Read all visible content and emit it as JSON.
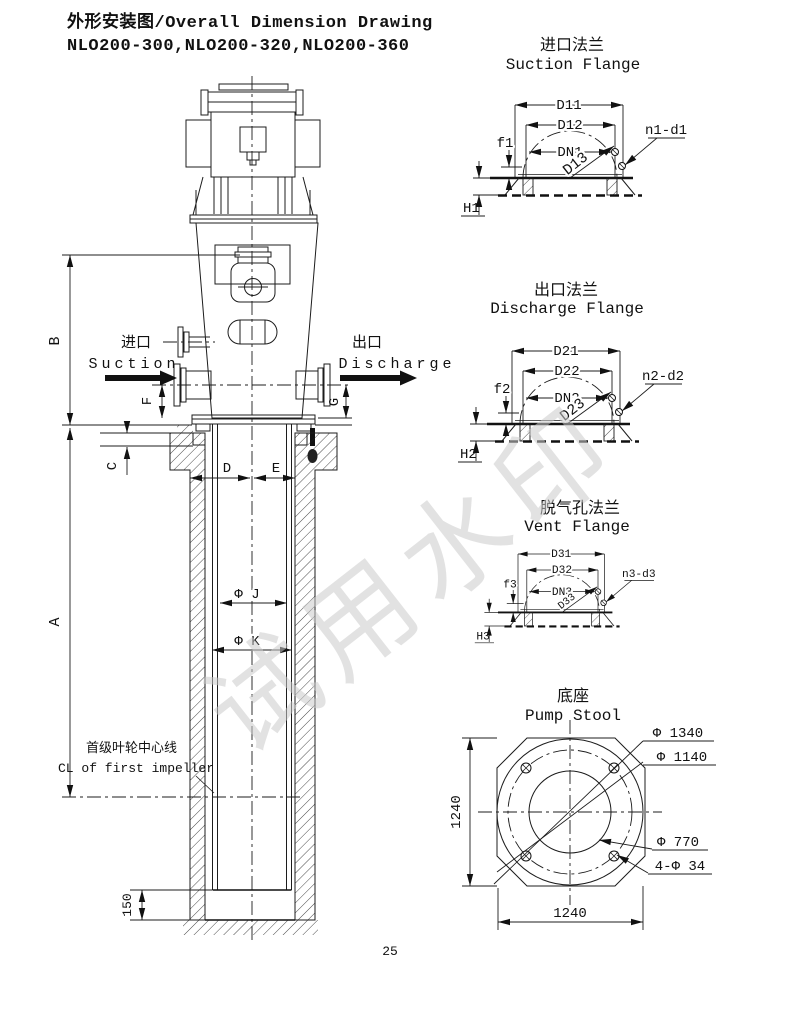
{
  "page": {
    "number": "25"
  },
  "title": {
    "line1": "外形安装图/Overall Dimension Drawing",
    "line2": "NLO200-300,NLO200-320,NLO200-360"
  },
  "watermark": {
    "text": "试用水印"
  },
  "main_drawing": {
    "inlet_zh": "进口",
    "inlet_en": "Suction",
    "outlet_zh": "出口",
    "outlet_en": "Discharge",
    "impeller_cl_zh": "首级叶轮中心线",
    "impeller_cl_en": "CL of first impeller",
    "dims": {
      "A": "A",
      "B": "B",
      "C": "C",
      "D": "D",
      "E": "E",
      "F": "F",
      "G": "G",
      "phi_j": "Φ J",
      "phi_k": "Φ K",
      "base_offset": "150"
    }
  },
  "flanges": [
    {
      "title_zh": "进口法兰",
      "title_en": "Suction Flange",
      "d_outer": "D11",
      "d_bolt_circle": "D12",
      "dn": "DN1",
      "d_diag": "D13",
      "f": "f1",
      "h": "H1",
      "holes": "n1-d1"
    },
    {
      "title_zh": "出口法兰",
      "title_en": "Discharge Flange",
      "d_outer": "D21",
      "d_bolt_circle": "D22",
      "dn": "DN2",
      "d_diag": "D23",
      "f": "f2",
      "h": "H2",
      "holes": "n2-d2"
    },
    {
      "title_zh": "脱气孔法兰",
      "title_en": "Vent Flange",
      "d_outer": "D31",
      "d_bolt_circle": "D32",
      "dn": "DN3",
      "d_diag": "D33",
      "f": "f3",
      "h": "H3",
      "holes": "n3-d3"
    }
  ],
  "pump_stool": {
    "title_zh": "底座",
    "title_en": "Pump Stool",
    "dia_outer": "Φ 1340",
    "dia_bolt_circle": "Φ 1140",
    "dia_inner": "Φ 770",
    "bolt_holes": "4-Φ 34",
    "width": "1240",
    "height": "1240"
  }
}
